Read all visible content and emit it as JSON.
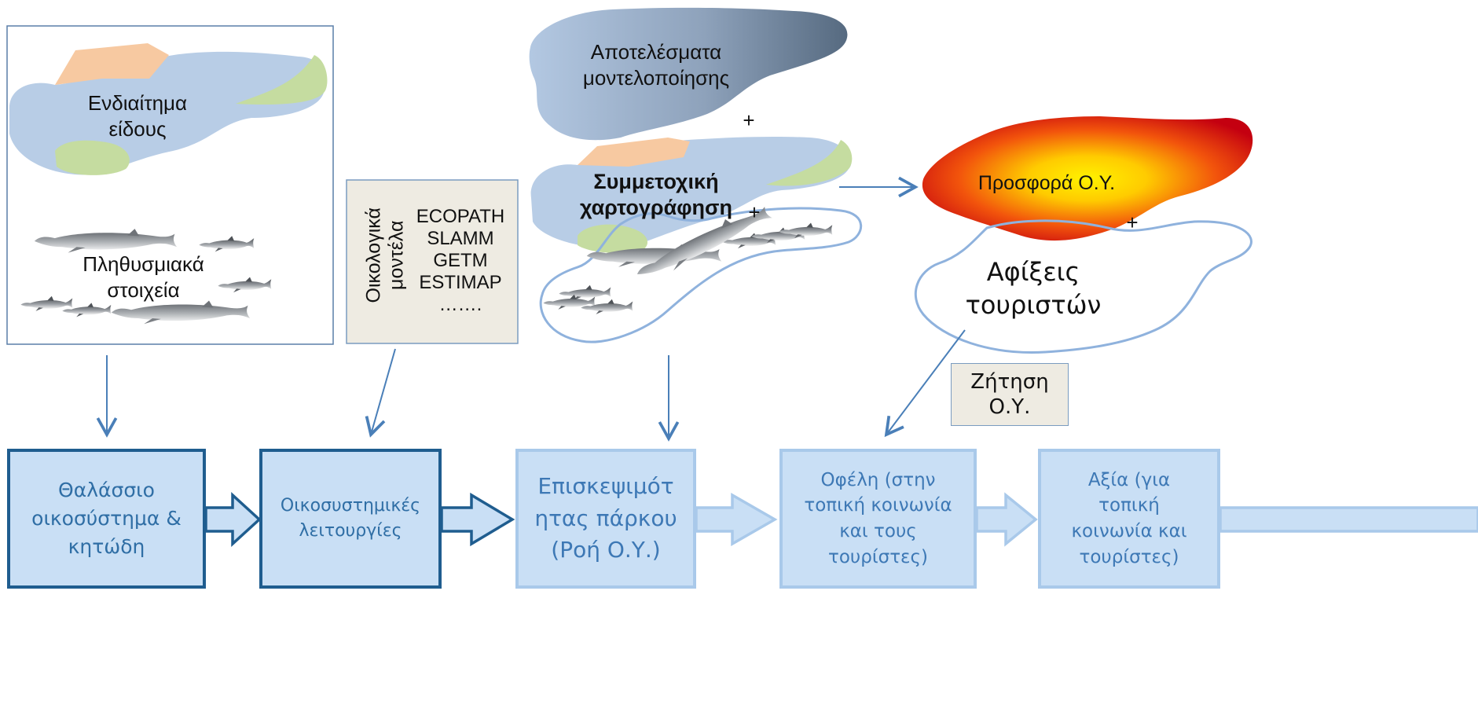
{
  "left_panel": {
    "habitat_label": "Ενδιαίτημα\nείδους",
    "population_label": "Πληθυσμιακά\nστοιχεία"
  },
  "models_box": {
    "rotated_label": "Οικολογικά\nμοντέλα",
    "models": [
      "ECOPATH",
      "SLAMM",
      "GETM",
      "ESTIMAP",
      "……."
    ]
  },
  "center": {
    "results_label": "Αποτελέσματα\nμοντελοποίησης",
    "plus1": "+",
    "participatory_label": "Συμμετοχική\nχαρτογράφηση",
    "plus2": "+"
  },
  "right": {
    "supply_label": "Προσφορά Ο.Υ.",
    "plus": "+",
    "arrivals_label": "Αφίξεις\nτουριστών",
    "demand_label": "Ζήτηση\nΟ.Υ."
  },
  "flow": {
    "box1": "Θαλάσσιο\nοικοσύστημα &\nκητώδη",
    "box2": "Οικοσυστημικές\nλειτουργίες",
    "box3": "Επισκεψιμότ\nητας πάρκου\n(Ροή Ο.Υ.)",
    "box4": "Οφέλη (στην\nτοπική κοινωνία\nκαι τους\nτουρίστες)",
    "box5": "Αξία (για\nτοπική\nκοινωνία και\nτουρίστες)"
  },
  "colors": {
    "habitat_blue": "#b8cde6",
    "peach": "#f7c9a1",
    "green": "#c5dca0",
    "dark_border": "#1f5d8f",
    "light_border": "#a9c9ea",
    "box_fill": "#c9dff5",
    "arrow_blue": "#4a7fb8",
    "supply_red": "#e8290e",
    "supply_yellow": "#ffe800"
  }
}
